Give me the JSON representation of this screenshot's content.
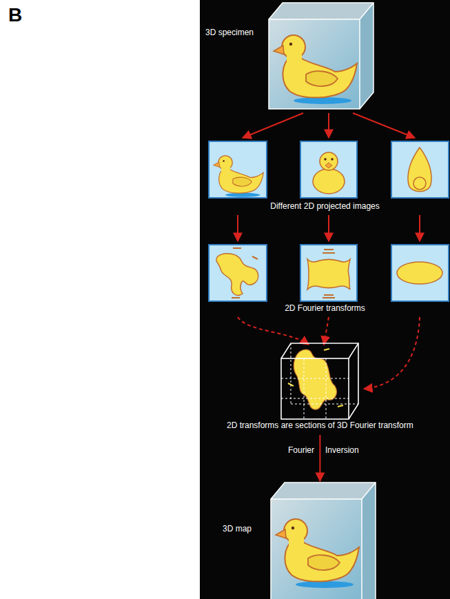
{
  "diagram": {
    "nodes": [
      {
        "text": [
          "3D specimen"
        ]
      },
      {
        "text": [
          "2D transforms are sections of 3D Fourier transform"
        ]
      },
      {
        "text": [
          "3D map"
        ]
      }
    ],
    "edges": [
      {
        "from": 1,
        "to": 2,
        "arrow": "to"
      }
    ],
    "labels": [
      "B",
      "Different 2D projected images",
      "2D Fourier transforms",
      "Fourier",
      "Inversion"
    ]
  }
}
